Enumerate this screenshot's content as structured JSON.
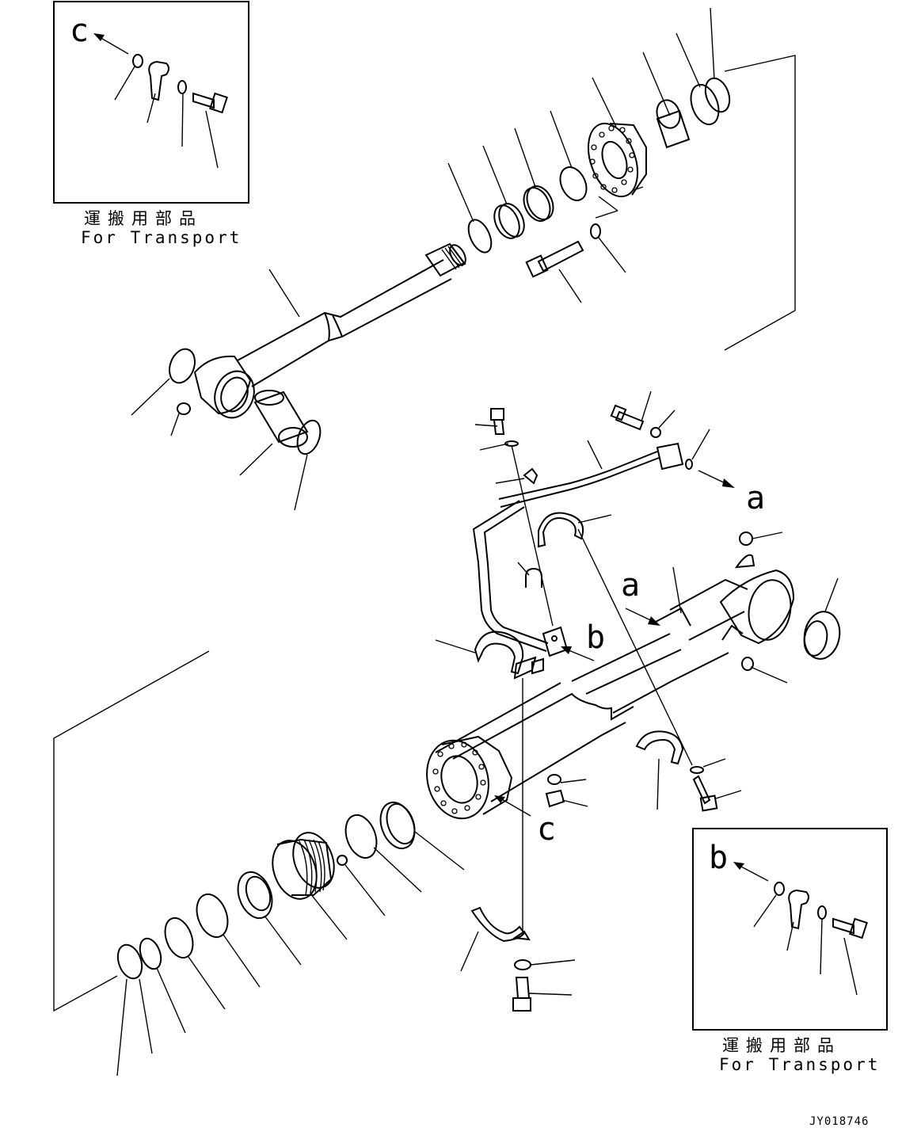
{
  "callouts": {
    "a_top": "a",
    "a_mid": "a",
    "b_mid": "b",
    "c_mid": "c",
    "c_inset": "c",
    "b_inset": "b"
  },
  "inset_top": {
    "label_jp": "運搬用部品",
    "label_en": "For Transport"
  },
  "inset_bottom": {
    "label_jp": "運搬用部品",
    "label_en": "For Transport"
  },
  "drawing_code": "JY018746"
}
